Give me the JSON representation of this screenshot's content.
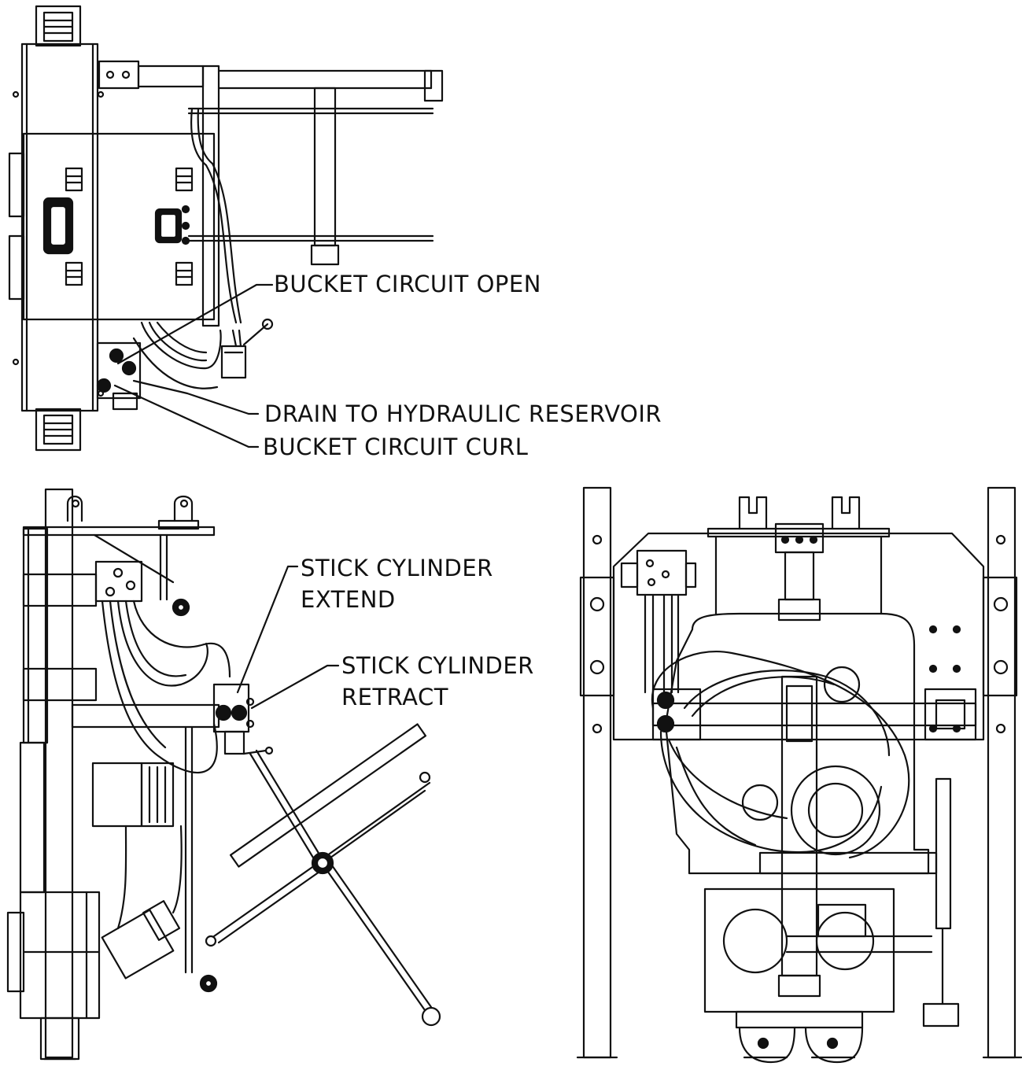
{
  "callouts": {
    "bucket_open": "BUCKET CIRCUIT OPEN",
    "drain": "DRAIN TO HYDRAULIC RESERVOIR",
    "bucket_curl": "BUCKET CIRCUIT CURL",
    "stick_extend_line1": "STICK CYLINDER",
    "stick_extend_line2": "EXTEND",
    "stick_retract_line1": "STICK CYLINDER",
    "stick_retract_line2": "RETRACT"
  },
  "colors": {
    "ink": "#111111",
    "paper": "#ffffff"
  }
}
